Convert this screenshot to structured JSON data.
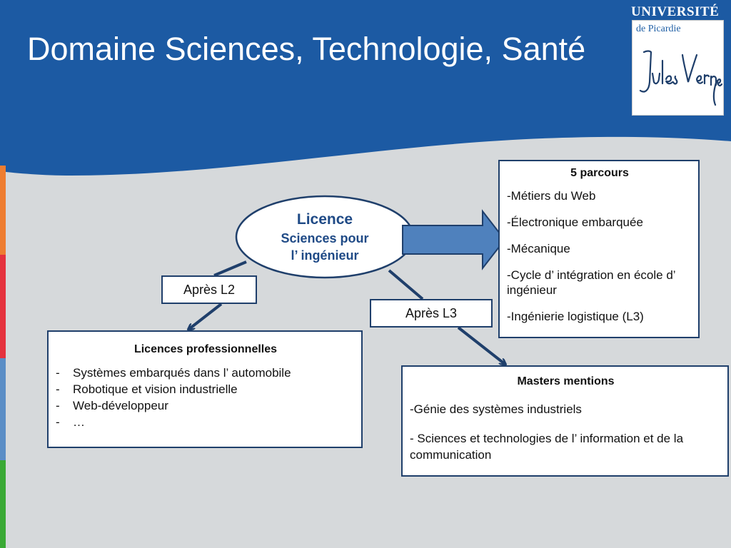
{
  "slide": {
    "title": "Domaine Sciences, Technologie, Santé"
  },
  "logo": {
    "university": "UNIVERSITÉ",
    "subtitle": "de Picardie",
    "signature": "Jules Verne"
  },
  "licence": {
    "title": "Licence",
    "line2": "Sciences pour",
    "line3": "l’ ingénieur"
  },
  "parcours": {
    "title": "5 parcours",
    "items": [
      "-Métiers du Web",
      "-Électronique embarquée",
      "-Mécanique",
      "-Cycle d’ intégration en école d’ ingénieur",
      "-Ingénierie logistique (L3)"
    ]
  },
  "after_l2": {
    "label": "Après L2"
  },
  "after_l3": {
    "label": "Après L3"
  },
  "pro_licences": {
    "title": "Licences professionnelles",
    "dash": "-",
    "items": [
      "Systèmes embarqués dans l’ automobile",
      "Robotique et vision industrielle",
      "Web-développeur",
      " …"
    ]
  },
  "masters": {
    "title": "Masters mentions",
    "items": [
      "-Génie des systèmes industriels",
      "- Sciences et technologies de l’ information et de la communication"
    ]
  },
  "colors": {
    "header_blue": "#1c5aa3",
    "background": "#d6d9db",
    "box_border": "#1f3f6b",
    "arrow_fill": "#4f81bd",
    "licence_text": "#1f4a86",
    "stripe": [
      "#ee7d31",
      "#e5323e",
      "#5b8ec6",
      "#3aa935"
    ]
  }
}
